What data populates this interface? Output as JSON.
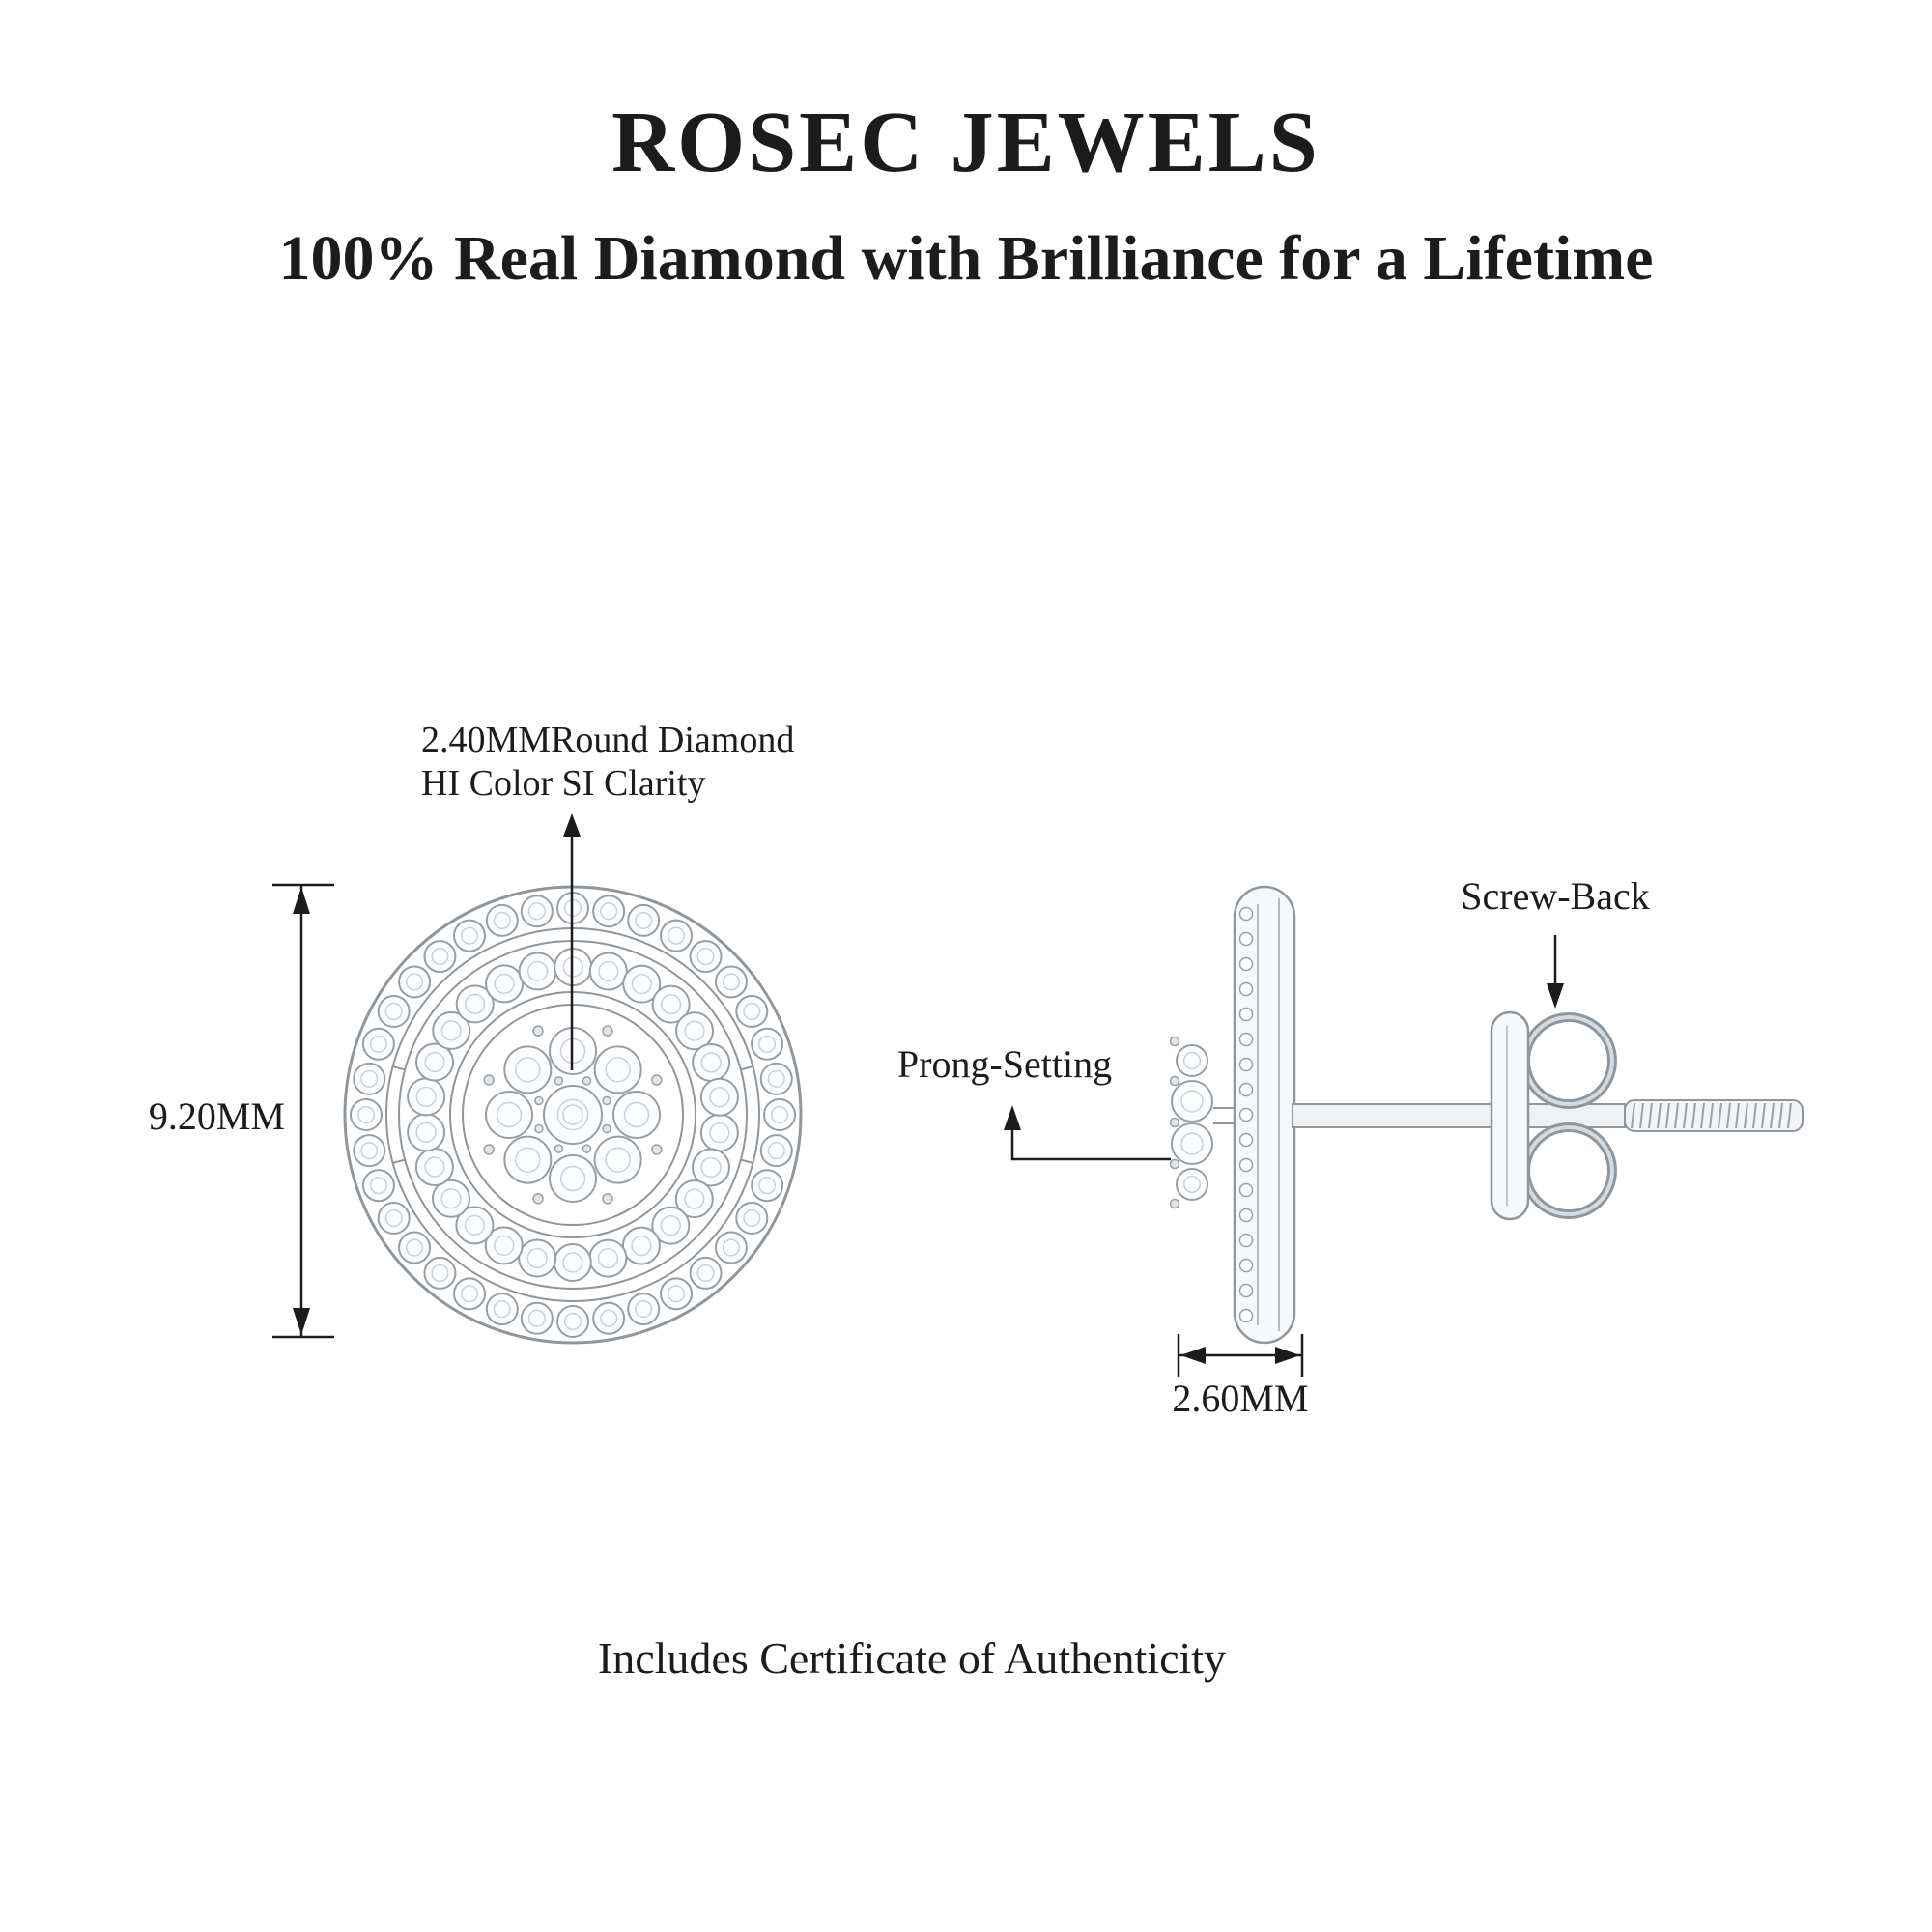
{
  "header": {
    "brand": "ROSEC JEWELS",
    "tagline": "100% Real Diamond with Brilliance for a Lifetime"
  },
  "annotations": {
    "stone_spec_line1": "2.40MMRound Diamond",
    "stone_spec_line2": "HI Color SI Clarity",
    "height": "9.20MM",
    "width": "2.60MM",
    "screw_back": "Screw-Back",
    "prong_setting": "Prong-Setting"
  },
  "footer": {
    "note": "Includes Certificate of Authenticity"
  },
  "colors": {
    "text": "#1c1c1c",
    "metal_outline": "#8f969c",
    "stone_outline": "#989ea4",
    "stone_facet": "#ccd0d4",
    "metal_fill": "#f4f5f7"
  }
}
